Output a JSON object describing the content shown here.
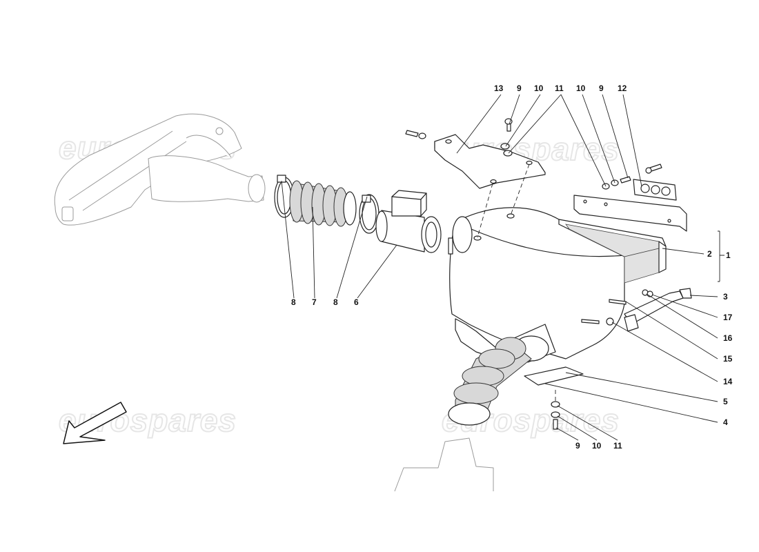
{
  "watermark": "eurospares",
  "callouts": [
    "13",
    "9",
    "10",
    "11",
    "10",
    "9",
    "12",
    "1",
    "2",
    "3",
    "17",
    "16",
    "15",
    "14",
    "5",
    "4",
    "11",
    "10",
    "9",
    "8",
    "7",
    "8",
    "6"
  ]
}
